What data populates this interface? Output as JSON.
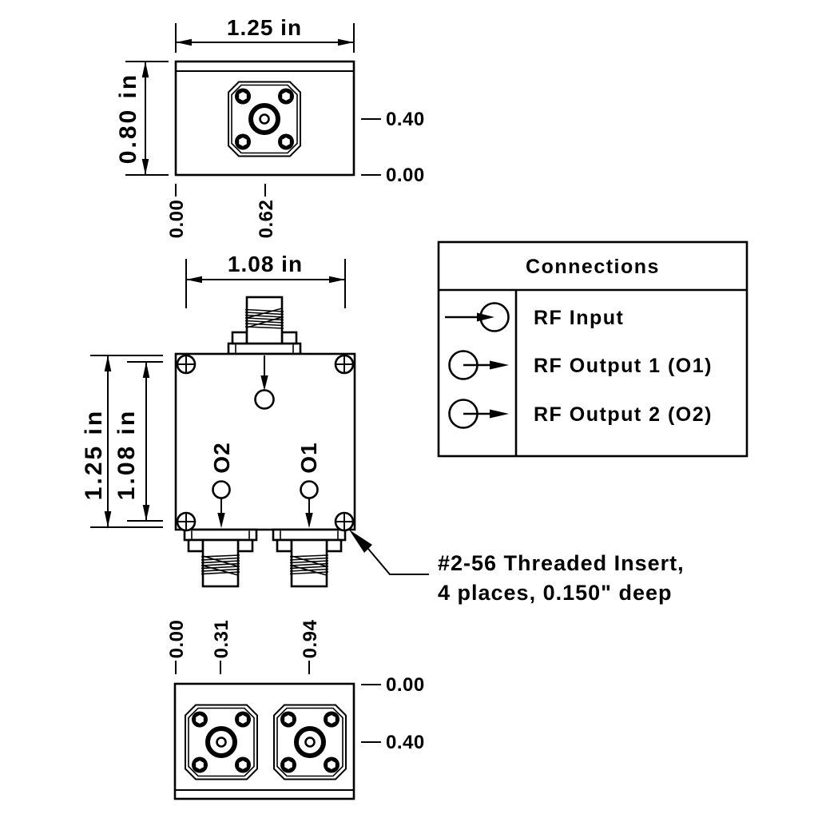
{
  "colors": {
    "line": "#000000",
    "background": "#ffffff"
  },
  "top_view": {
    "width_dim_label": "1.25 in",
    "height_dim_label": "0.80 in",
    "right_tick_labels": [
      "0.40",
      "0.00"
    ],
    "bottom_tick_labels": [
      "0.00",
      "0.62"
    ]
  },
  "front_view": {
    "top_width_dim_label": "1.08 in",
    "left_outer_dim_label": "1.25 in",
    "left_inner_dim_label": "1.08 in",
    "output2_label": "O2",
    "output1_label": "O1"
  },
  "bottom_view": {
    "top_tick_labels": [
      "0.00",
      "0.31",
      "0.94"
    ],
    "right_tick_labels": [
      "0.00",
      "0.40"
    ]
  },
  "connections_table": {
    "title": "Connections",
    "rows": [
      {
        "symbol": "rf-input-symbol",
        "label": "RF Input"
      },
      {
        "symbol": "rf-output-symbol",
        "label": "RF Output 1 (O1)"
      },
      {
        "symbol": "rf-output-symbol",
        "label": "RF Output 2 (O2)"
      }
    ]
  },
  "note": {
    "line1": "#2-56 Threaded Insert,",
    "line2": "4 places, 0.150\" deep"
  }
}
